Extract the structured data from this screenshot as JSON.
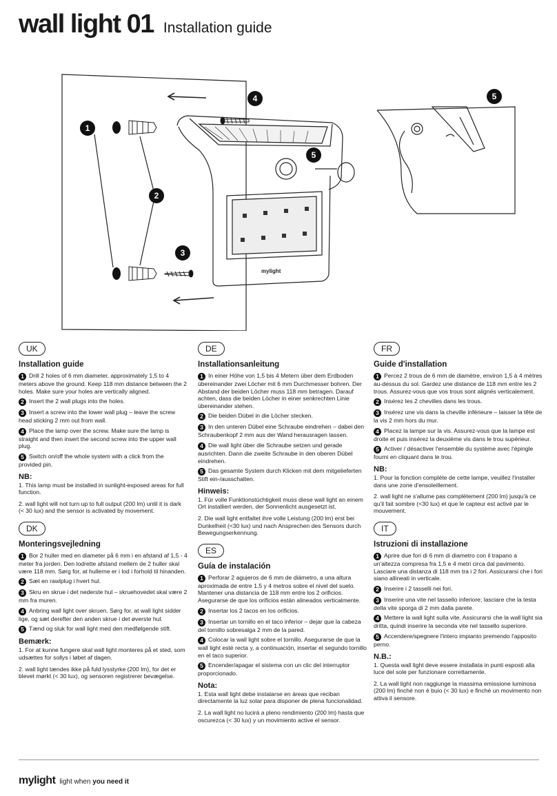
{
  "title": {
    "main": "wall light 01",
    "sub": "Installation guide"
  },
  "figure": {
    "callouts": [
      "1",
      "2",
      "3",
      "4",
      "5",
      "5"
    ],
    "brand_on_lamp": "mylight"
  },
  "uk": {
    "lang": "UK",
    "heading": "Installation guide",
    "steps": [
      "Drill 2 holes of 6 mm diameter, approximately 1,5 to 4 meters above the ground. Keep 118 mm distance between the 2 holes. Make sure your holes are vertically aligned.",
      "Insert the 2 wall plugs into the holes.",
      "Insert a screw into the lower wall plug – leave the screw head sticking 2 mm out from wall.",
      "Place the lamp over the screw. Make sure the lamp is straight and then insert the second screw into the upper wall plug.",
      "Switch on/off the whole system with a click from the provided pin."
    ],
    "nb_title": "NB:",
    "nb": [
      "1. This lamp must be installed in sunlight-exposed areas for full function.",
      "2. wall light will not turn up to full output (200 lm) until it is dark (< 30 lux) and the sensor is activated by movement."
    ]
  },
  "dk": {
    "lang": "DK",
    "heading": "Monteringsvejledning",
    "steps": [
      "Bor 2 huller med en diameter på 6 mm i en afstand af 1,5 - 4 meter fra jorden. Den lodrette afstand mellem de 2 huller skal være 118 mm. Sørg for, at hullerne er i lod i forhold til hinanden.",
      "Sæt en rawlplug i hvert hul.",
      "Skru en skrue i det nederste hul – skruehovedet skal være 2 mm fra muren.",
      "Anbring wall light over skruen. Sørg for, at wall light sidder lige, og sæt derefter den anden skrue i det øverste hul.",
      "Tænd og sluk for wall light med den medfølgende stift."
    ],
    "nb_title": "Bemærk:",
    "nb": [
      "1. For at kunne fungere skal wall light monteres på et sted, som udsættes for sollys i løbet af dagen.",
      "2. wall light tændes ikke på fuld lysstyrke (200 lm), for det er blevet mørkt (< 30 lux), og sensoren registrerer bevægelse."
    ]
  },
  "de": {
    "lang": "DE",
    "heading": "Installationsanleitung",
    "steps": [
      "In einer Höhe von 1,5 bis 4 Metern über dem Erdboden übereinander zwei Löcher mit 6 mm Durchmesser bohren. Der Abstand der beiden Löcher muss 118 mm betragen. Darauf achten, dass die beiden Löcher in einer senkrechten Linie übereinander stehen.",
      "Die beiden Dübel in die Löcher stecken.",
      "In den unteren Dübel eine Schraube eindrehen – dabei den Schraubenkopf 2 mm aus der Wand herausragen lassen.",
      "Die wall light über die Schraube setzen und gerade ausrichten. Dann die zweite Schraube in den oberen Dübel eindrehen.",
      "Das gesamte System durch Klicken mit dem mitgelieferten Stift ein-/ausschalten."
    ],
    "nb_title": "Hinweis:",
    "nb": [
      "1. Für volle Funktionstüchtigkeit muss diese wall light an einem Ort installiert werden, der Sonnenlicht ausgesetzt ist.",
      "2. Die wall light entfaltet ihre volle Leistung (200 lm) erst bei Dunkelheit (<30 lux) und nach Ansprechen des Sensors durch Bewegungserkennung."
    ]
  },
  "es": {
    "lang": "ES",
    "heading": "Guía de instalación",
    "steps": [
      "Perforar 2 agujeros de 6 mm de diámetro, a una altura aproximada de entre 1,5 y 4 metros sobre el nivel del suelo. Mantener una distancia de 118 mm entre los 2 orificios. Asegurarse de que los orificios están alineados verticalmente.",
      "Insertar los 2 tacos en los orificios.",
      "Insertar un tornillo en el taco inferior – dejar que la cabeza del tornillo sobresalga 2 mm de la pared.",
      "Colocar la wall light sobre el tornillo. Asegurarse de que la wall light esté recta y, a continuación, insertar el segundo tornillo en el taco superior.",
      "Encender/apagar el sistema con un clic del interruptor proporcionado."
    ],
    "nb_title": "Nota:",
    "nb": [
      "1. Esta wall light debe instalarse en áreas que reciban directamente la luz solar para disponer de plena funcionalidad.",
      "2. La wall light no lucirá a pleno rendimiento (200 lm) hasta que oscurezca (< 30 lux) y un movimiento active el sensor."
    ]
  },
  "fr": {
    "lang": "FR",
    "heading": "Guide d'installation",
    "steps": [
      "Percez 2 trous de 6 mm de diamètre, environ 1,5 à 4 mètres au-dessus du sol. Gardez une distance de 118 mm entre les 2 trous. Assurez-vous que vos trous sont alignés verticalement.",
      "Insérez les 2 chevilles dans les trous.",
      "Insérez une vis dans la cheville inférieure – laisser la tête de la vis 2 mm hors du mur.",
      "Placez la lampe sur la vis. Assurez-vous que la lampe est droite et puis insérez la deuxième vis dans le trou supérieur.",
      "Activer / désactiver l'ensemble du système avec l'épingle fourni en cliquant dans le trou."
    ],
    "nb_title": "NB:",
    "nb": [
      "1. Pour la fonction complète de cette lampe, veuillez l'installer dans une zone d'ensoleillement.",
      "2. wall light ne s'allume pas complètement (200 lm) jusqu'à ce qu'il fait sombre (<30 lux) et que le capteur est activé par le mouvement."
    ]
  },
  "it": {
    "lang": "IT",
    "heading": "Istruzioni di installazione",
    "steps": [
      "Aprire due fori di 6 mm di diametro con il trapano a un'altezza compresa fra 1,5 e 4 metri circa dal pavimento. Lasciare una distanza di 118 mm tra i 2 fori. Assicurarsi che i fori siano allineati in verticale.",
      "Inserire i 2 tasselli nei fori.",
      "Inserire una vite nel tassello inferiore; lasciare che la testa della vite sporga di 2 mm dalla parete.",
      "Mettere la wall light sulla vite. Assicurarsi che la wall light sia dritta, quindi inserire la seconda vite nel tassello superiore.",
      "Accendere/spegnere l'intero impianto premendo l'apposito perno."
    ],
    "nb_title": "N.B.:",
    "nb": [
      "1. Questa wall light deve essere installata in punti esposti alla luce del sole per funzionare correttamente.",
      "2. La wall light non raggiunge la massima emissione luminosa (200 lm) finché non è buio (< 30 lux) e finché un movimento non attiva il sensore."
    ]
  },
  "footer": {
    "logo": "mylight",
    "tag_light": "light when ",
    "tag_bold": "you need it"
  }
}
